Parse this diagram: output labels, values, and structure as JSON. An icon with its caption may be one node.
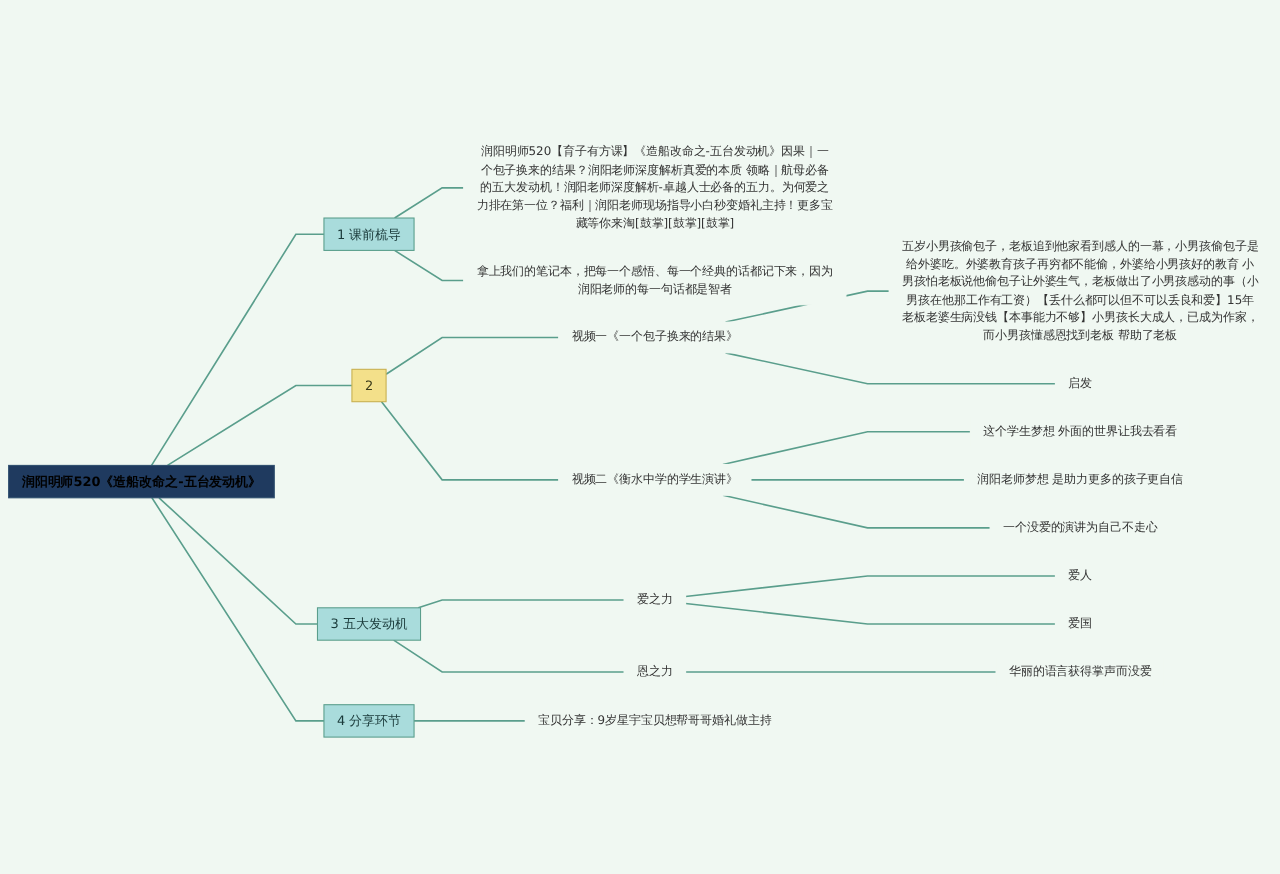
{
  "diagram": {
    "nodes": [
      {
        "text": [
          "润阳明师520《造船改命之-五台发动机》"
        ]
      },
      {
        "text": [
          "1 课前梳导"
        ]
      },
      {
        "text": [
          "润阳明师520【育子有方课】《造船改命之-五台发动机》因果｜一个包子换来的结果？润阳老师深度解析真爱的本质 领略｜航母必备的五大发动机！润阳老师深度解析-卓越人士必备的五力。为何爱之力排在第一位？福利｜润阳老师现场指导小白秒变婚礼主持！更多宝藏等你来淘[鼓掌][鼓掌][鼓掌]"
        ]
      },
      {
        "text": [
          "拿上我们的笔记本，把每一个感悟、每一个经典的话都记下来，因为润阳老师的每一句话都是智者"
        ]
      },
      {
        "text": [
          "2"
        ]
      },
      {
        "text": [
          "视频一《一个包子换来的结果》"
        ]
      },
      {
        "text": [
          "五岁小男孩偷包子，老板追到他家看到感人的一幕，小男孩偷包子是给外婆吃。外婆教育孩子再穷都不能偷，外婆给小男孩好的教育 小男孩怕老板说他偷包子让外婆生气，老板做出了小男孩感动的事（小男孩在他那工作有工资）【丢什么都可以但不可以丢良和爱】15年老板老婆生病没钱【本事能力不够】小男孩长大成人，已成为作家，而小男孩懂感恩找到老板 帮助了老板"
        ]
      },
      {
        "text": [
          "启发"
        ]
      },
      {
        "text": [
          "视频二《衡水中学的学生演讲》"
        ]
      },
      {
        "text": [
          "这个学生梦想 外面的世界让我去看看"
        ]
      },
      {
        "text": [
          "润阳老师梦想 是助力更多的孩子更自信"
        ]
      },
      {
        "text": [
          "一个没爱的演讲为自己不走心"
        ]
      },
      {
        "text": [
          "3 五大发动机"
        ]
      },
      {
        "text": [
          "爱之力"
        ]
      },
      {
        "text": [
          "爱人"
        ]
      },
      {
        "text": [
          "爱国"
        ]
      },
      {
        "text": [
          "恩之力"
        ]
      },
      {
        "text": [
          "华丽的语言获得掌声而没爱"
        ]
      },
      {
        "text": [
          "4 分享环节"
        ]
      },
      {
        "text": [
          "宝贝分享：9岁星宇宝贝想帮哥哥婚礼做主持"
        ]
      }
    ],
    "edges": [
      {
        "from": 0,
        "to": 1,
        "arrow": "none"
      },
      {
        "from": 1,
        "to": 2,
        "arrow": "none"
      },
      {
        "from": 1,
        "to": 3,
        "arrow": "none"
      },
      {
        "from": 0,
        "to": 4,
        "arrow": "none"
      },
      {
        "from": 4,
        "to": 5,
        "arrow": "none"
      },
      {
        "from": 5,
        "to": 6,
        "arrow": "none"
      },
      {
        "from": 5,
        "to": 7,
        "arrow": "none"
      },
      {
        "from": 4,
        "to": 8,
        "arrow": "none"
      },
      {
        "from": 8,
        "to": 9,
        "arrow": "none"
      },
      {
        "from": 8,
        "to": 10,
        "arrow": "none"
      },
      {
        "from": 8,
        "to": 11,
        "arrow": "none"
      },
      {
        "from": 0,
        "to": 12,
        "arrow": "none"
      },
      {
        "from": 12,
        "to": 13,
        "arrow": "none"
      },
      {
        "from": 13,
        "to": 14,
        "arrow": "none"
      },
      {
        "from": 13,
        "to": 15,
        "arrow": "none"
      },
      {
        "from": 12,
        "to": 16,
        "arrow": "none"
      },
      {
        "from": 16,
        "to": 17,
        "arrow": "none"
      },
      {
        "from": 0,
        "to": 18,
        "arrow": "none"
      },
      {
        "from": 18,
        "to": 19,
        "arrow": "none"
      }
    ]
  }
}
